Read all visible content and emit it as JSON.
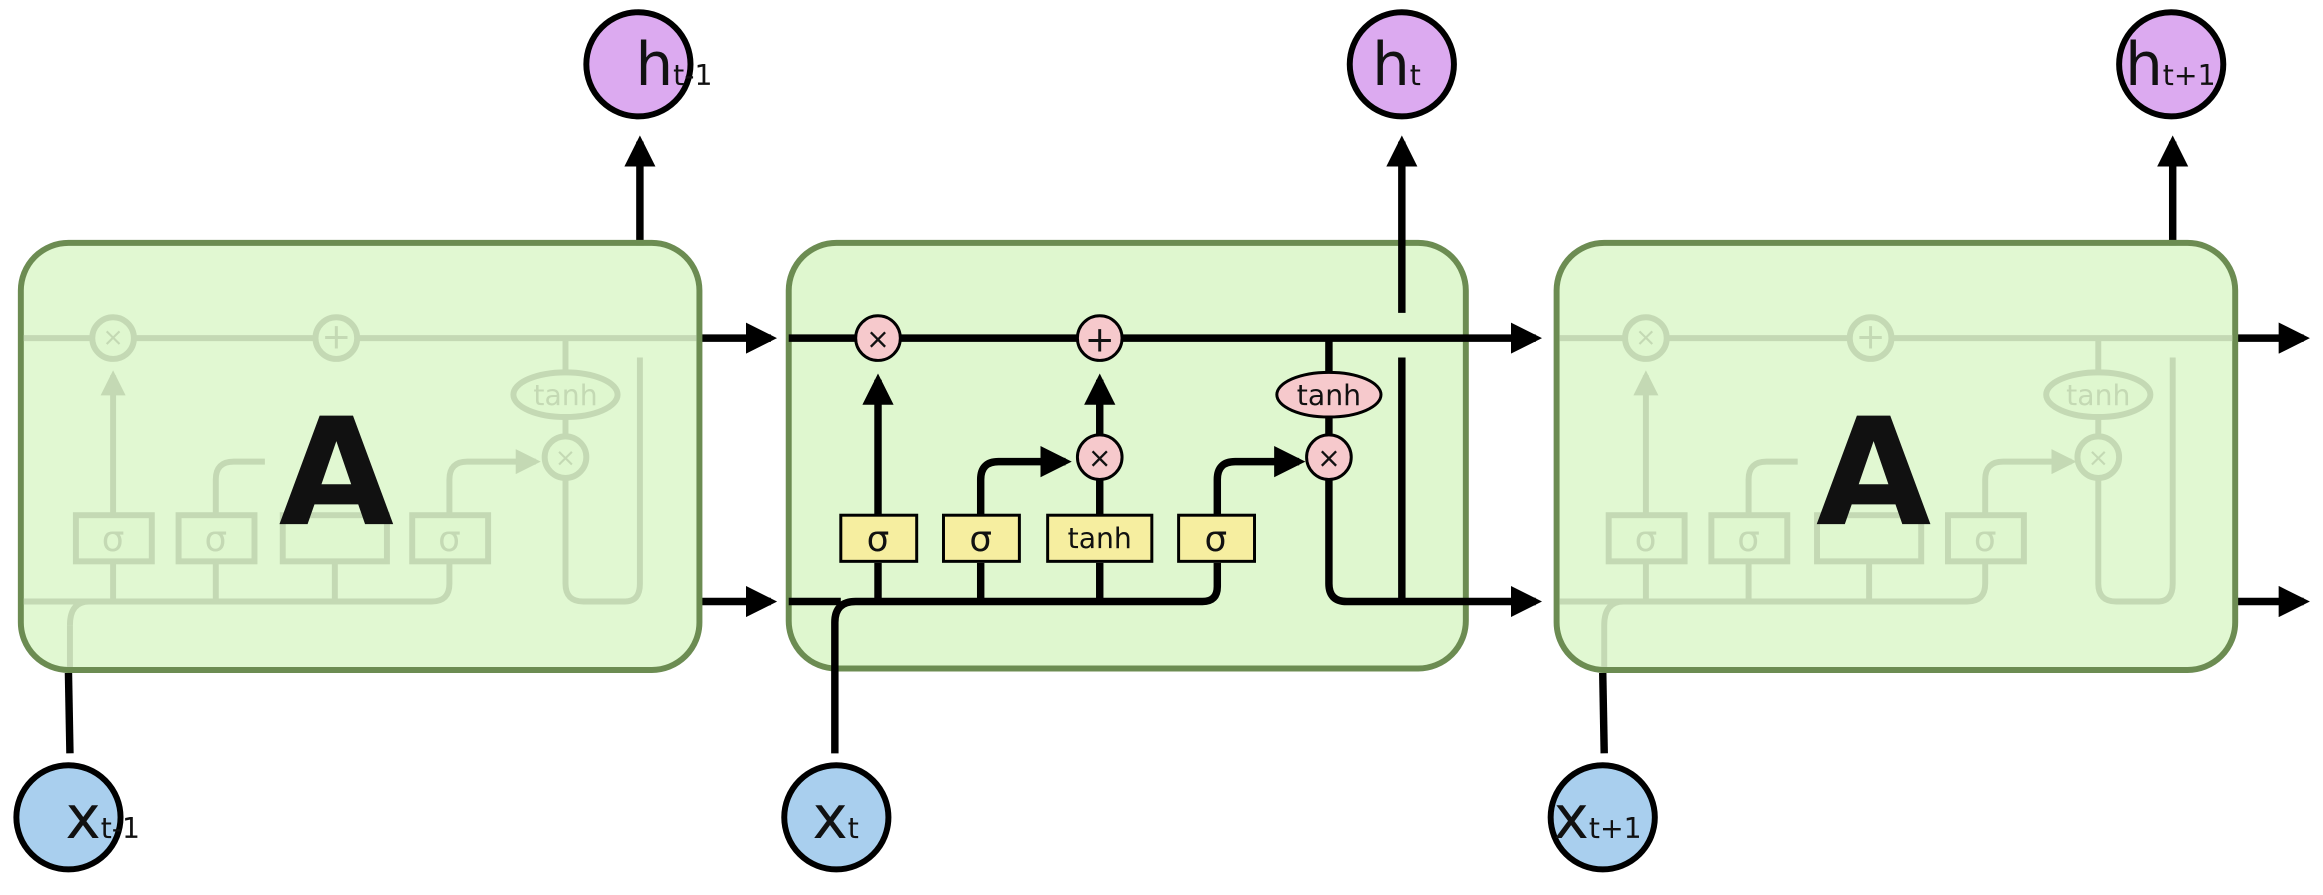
{
  "cells": [
    {
      "id": "prev",
      "label": "A",
      "input": {
        "main": "x",
        "sub": "t-1"
      },
      "output": {
        "main": "h",
        "sub": "t-1"
      }
    },
    {
      "id": "current",
      "input": {
        "main": "x",
        "sub": "t"
      },
      "output": {
        "main": "h",
        "sub": "t"
      },
      "gates": [
        "σ",
        "σ",
        "tanh",
        "σ"
      ],
      "ops": {
        "multiply": "×",
        "add": "+",
        "tanh": "tanh"
      }
    },
    {
      "id": "next",
      "label": "A",
      "input": {
        "main": "x",
        "sub": "t+1"
      },
      "output": {
        "main": "h",
        "sub": "t+1"
      }
    }
  ],
  "ghost_labels": {
    "sigma": "σ",
    "tanh": "tanh",
    "multiply": "×",
    "add": "+"
  },
  "colors": {
    "cell_fill": "#dff7cf",
    "cell_stroke": "#6c8c52",
    "gate_fill": "#f6eea0",
    "op_fill": "#f6c9cc",
    "input_fill": "#a9cfee",
    "output_fill": "#dcaaf0",
    "line": "#000000",
    "ghost": "#c4d9b4"
  }
}
